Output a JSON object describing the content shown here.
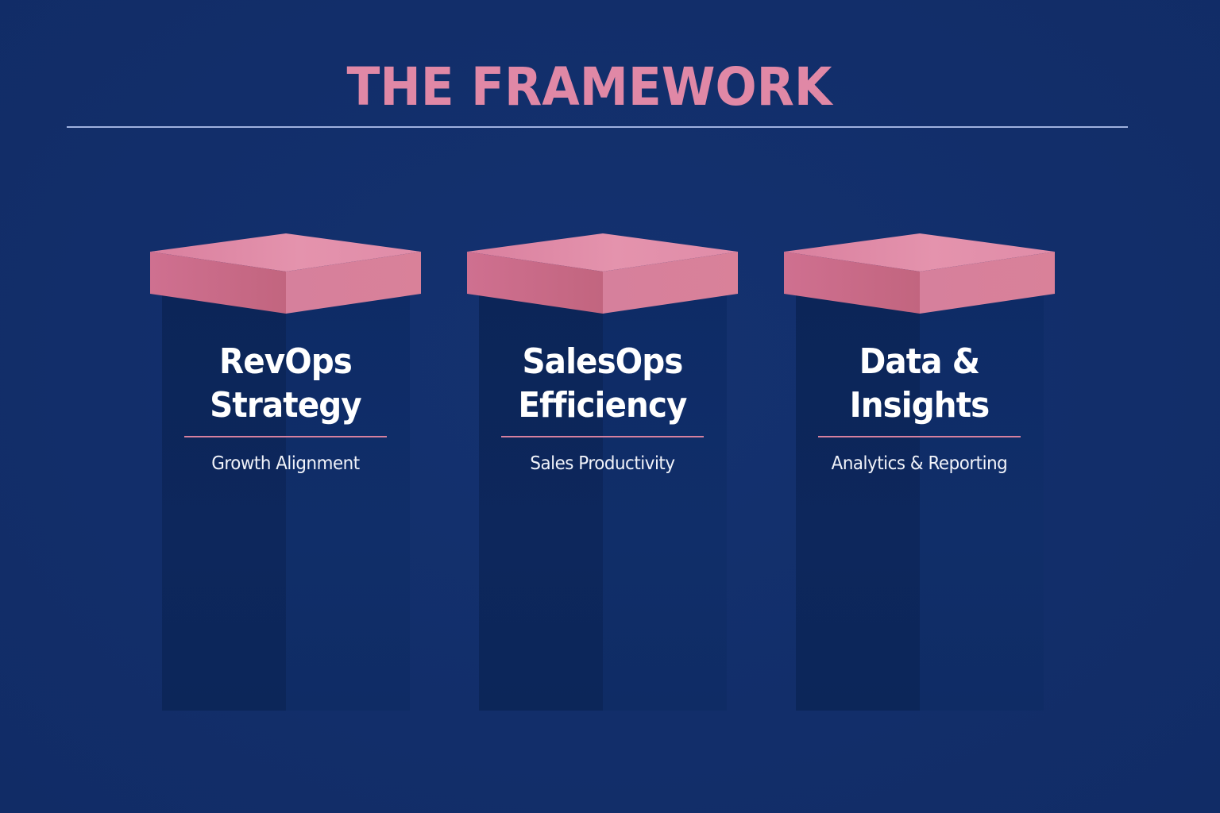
{
  "slide": {
    "title": "THE FRAMEWORK",
    "colors": {
      "background": "#13306d",
      "accent_pink": "#e088a6",
      "divider": "#9fb1df",
      "pillar_dark": "#0c2558",
      "pillar_light": "#0f2c66",
      "text": "#ffffff"
    }
  },
  "pillars": [
    {
      "heading_line1": "RevOps",
      "heading_line2": "Strategy",
      "subtitle": "Growth Alignment"
    },
    {
      "heading_line1": "SalesOps",
      "heading_line2": "Efficiency",
      "subtitle": "Sales Productivity"
    },
    {
      "heading_line1": "Data &",
      "heading_line2": "Insights",
      "subtitle": "Analytics & Reporting"
    }
  ]
}
